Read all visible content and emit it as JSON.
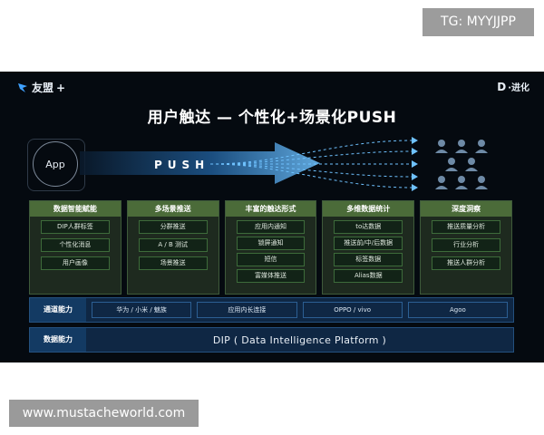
{
  "watermarks": {
    "top": "TG: MYYJJPP",
    "bottom": "www.mustacheworld.com"
  },
  "brand": {
    "left": "友盟",
    "left_suffix": "+",
    "right_mark": "D",
    "right_text": "·进化"
  },
  "title": "用户触达 — 个性化+场景化PUSH",
  "app_label": "App",
  "push_label": "PUSH",
  "columns": [
    {
      "title": "数据智能赋能",
      "items": [
        "DIP人群标签",
        "个性化消息",
        "用户画像"
      ]
    },
    {
      "title": "多场景推送",
      "items": [
        "分群推送",
        "A / B 测试",
        "场景推送"
      ]
    },
    {
      "title": "丰富的触达形式",
      "items": [
        "应用内通知",
        "锁屏通知",
        "短信",
        "富媒体推送"
      ]
    },
    {
      "title": "多维数据统计",
      "items": [
        "to达数据",
        "推送前/中/后数据",
        "标签数据",
        "Alias数据"
      ]
    },
    {
      "title": "深度洞察",
      "items": [
        "推送质量分析",
        "行业分析",
        "推送人群分析"
      ]
    }
  ],
  "channel_row": {
    "label": "通道能力",
    "items": [
      "华为 / 小米 / 魅族",
      "应用内长连接",
      "OPPO / vivo",
      "Agoo"
    ]
  },
  "data_row": {
    "label": "数据能力",
    "text": "DIP ( Data Intelligence Platform )"
  },
  "colors": {
    "background": "#050a10",
    "green_header": "#4b6b39",
    "blue_row": "#0f2744",
    "accent_blue": "#3fa1ff"
  }
}
